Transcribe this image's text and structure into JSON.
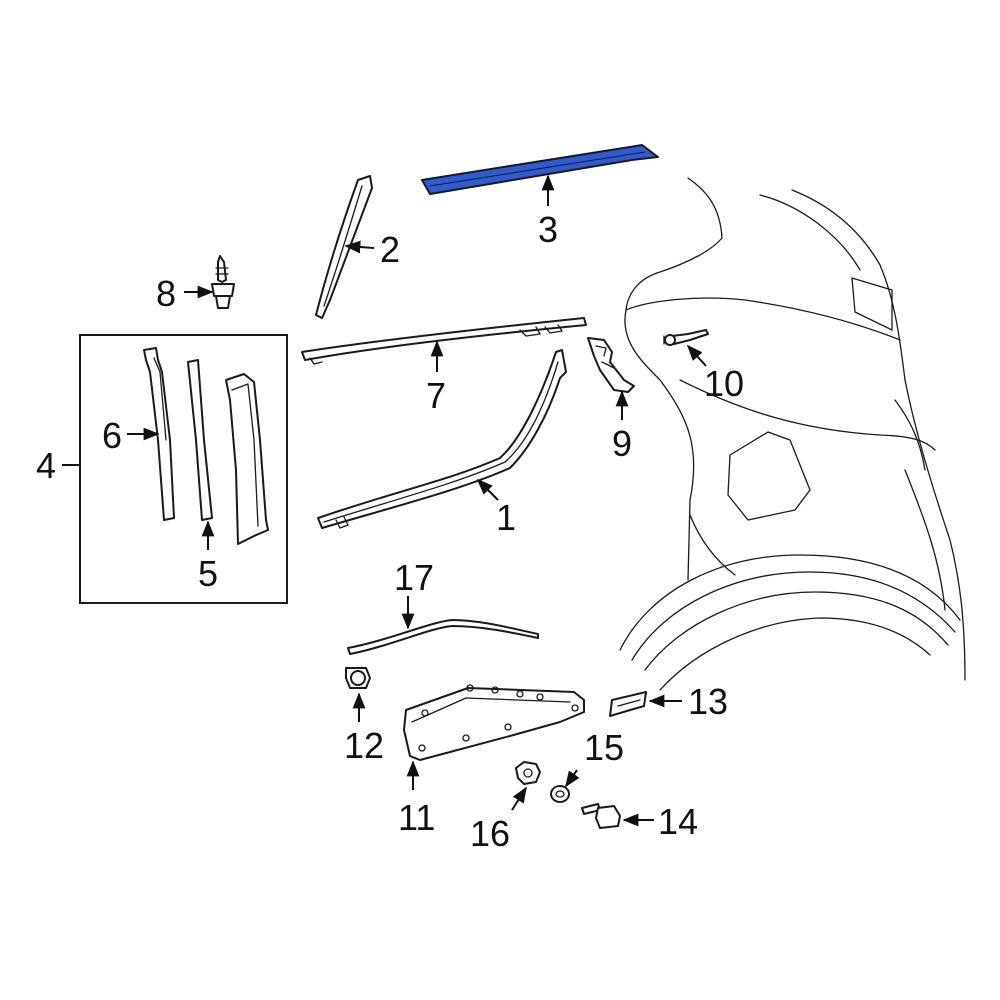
{
  "diagram": {
    "highlight_color": "#2f5bd6",
    "line_color": "#1a1a1a",
    "highlighted_part": "3",
    "callouts": [
      {
        "id": "c1",
        "label": "1"
      },
      {
        "id": "c2",
        "label": "2"
      },
      {
        "id": "c3",
        "label": "3"
      },
      {
        "id": "c4",
        "label": "4"
      },
      {
        "id": "c5",
        "label": "5"
      },
      {
        "id": "c6",
        "label": "6"
      },
      {
        "id": "c7",
        "label": "7"
      },
      {
        "id": "c8",
        "label": "8"
      },
      {
        "id": "c9",
        "label": "9"
      },
      {
        "id": "c10",
        "label": "10"
      },
      {
        "id": "c11",
        "label": "11"
      },
      {
        "id": "c12",
        "label": "12"
      },
      {
        "id": "c13",
        "label": "13"
      },
      {
        "id": "c14",
        "label": "14"
      },
      {
        "id": "c15",
        "label": "15"
      },
      {
        "id": "c16",
        "label": "16"
      },
      {
        "id": "c17",
        "label": "17"
      }
    ]
  }
}
